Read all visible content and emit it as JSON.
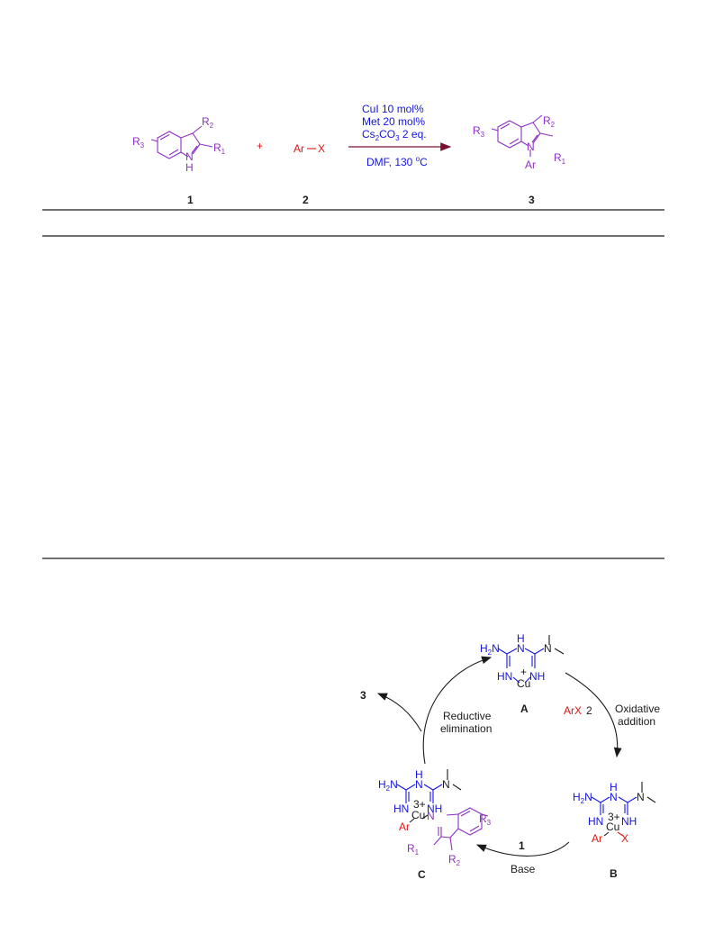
{
  "colors": {
    "purple": "#8e2fc4",
    "blue": "#1414e0",
    "red": "#e01414",
    "black": "#1a1a1a",
    "arrow": "#7a1030"
  },
  "scheme": {
    "reactant1": {
      "r3": "R",
      "r3_sub": "3",
      "r2": "R",
      "r2_sub": "2",
      "r1": "R",
      "r1_sub": "1",
      "nh": "N",
      "h": "H",
      "number": "1"
    },
    "plus": "+",
    "reactant2": {
      "ar": "Ar",
      "x": "X",
      "number": "2"
    },
    "conditions": {
      "line1": "CuI 10 mol%",
      "line2": "Met 20 mol%",
      "line3_a": "Cs",
      "line3_sub1": "2",
      "line3_b": "CO",
      "line3_sub2": "3",
      "line3_c": " 2 eq.",
      "line4_a": "DMF, 130 ",
      "line4_sup": "o",
      "line4_b": "C"
    },
    "product": {
      "r3": "R",
      "r3_sub": "3",
      "r2": "R",
      "r2_sub": "2",
      "r1": "R",
      "r1_sub": "1",
      "n": "N",
      "ar": "Ar",
      "number": "3"
    }
  },
  "cycle": {
    "A": {
      "label": "A",
      "h2n": "H",
      "h2n_sub": "2",
      "h2n_n": "N",
      "nh_top1": "H",
      "n_top1": "N",
      "nh_top2": "H",
      "n_top2": "N",
      "n_right": "N",
      "hn_left": "HN",
      "nh_right": "NH",
      "cu": "Cu",
      "charge": "+"
    },
    "B": {
      "label": "B",
      "h2n": "H",
      "h2n_sub": "2",
      "h2n_n": "N",
      "n_top1": "N",
      "nh_top2": "H",
      "n_top2": "N",
      "n_right": "N",
      "hn_left": "HN",
      "nh_right": "NH",
      "cu": "Cu",
      "charge": "3+",
      "ar": "Ar",
      "x": "X"
    },
    "C": {
      "label": "C",
      "h2n": "H",
      "h2n_sub": "2",
      "h2n_n": "N",
      "n_top1": "N",
      "nh_top2": "H",
      "n_top2": "N",
      "n_right": "N",
      "hn_left": "HN",
      "nh_right": "NH",
      "cu": "Cu",
      "charge": "3+",
      "ar": "Ar",
      "n_indole": "N",
      "r1": "R",
      "r1_sub": "1",
      "r2": "R",
      "r2_sub": "2",
      "r3": "R",
      "r3_sub": "3"
    },
    "step_oxidative_1": "Oxidative",
    "step_oxidative_2": "addition",
    "arx": "ArX",
    "arx_number": "2",
    "step_reductive_1": "Reductive",
    "step_reductive_2": "elimination",
    "product_number": "3",
    "step_base_number": "1",
    "step_base": "Base"
  }
}
